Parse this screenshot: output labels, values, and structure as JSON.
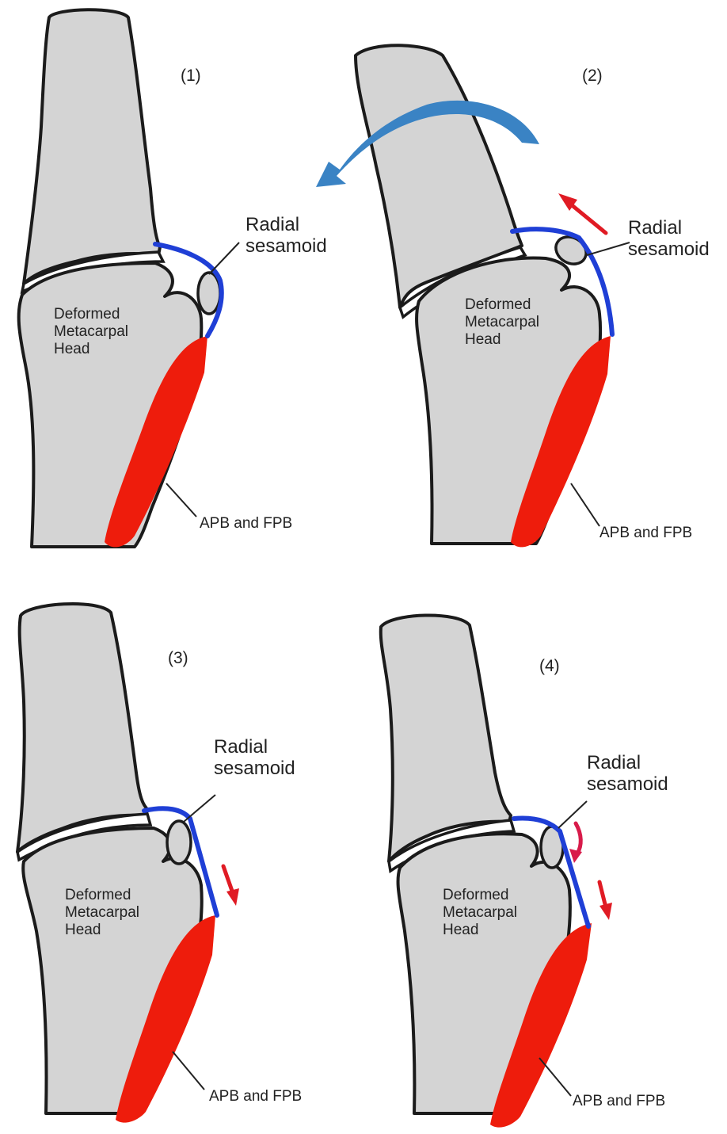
{
  "colors": {
    "bone_fill": "#d4d4d4",
    "outline": "#1b1b1b",
    "ligament": "#1f3fd6",
    "muscle": "#ee1c0c",
    "red_arrow": "#e01b24",
    "rotation_arrow": "#3a83c4"
  },
  "panels": [
    {
      "number": "(1)",
      "sesamoid_label": [
        "Radial",
        "sesamoid"
      ],
      "head_label": [
        "Deformed",
        "Metacarpal",
        "Head"
      ],
      "muscle_label": "APB and FPB",
      "arrows": []
    },
    {
      "number": "(2)",
      "sesamoid_label": [
        "Radial",
        "sesamoid"
      ],
      "head_label": [
        "Deformed",
        "Metacarpal",
        "Head"
      ],
      "muscle_label": "APB and FPB",
      "arrows": [
        "rotation-arrow",
        "proximal-pull-arrow"
      ]
    },
    {
      "number": "(3)",
      "sesamoid_label": [
        "Radial",
        "sesamoid"
      ],
      "head_label": [
        "Deformed",
        "Metacarpal",
        "Head"
      ],
      "muscle_label": "APB and FPB",
      "arrows": [
        "distal-slide-arrow"
      ]
    },
    {
      "number": "(4)",
      "sesamoid_label": [
        "Radial",
        "sesamoid"
      ],
      "head_label": [
        "Deformed",
        "Metacarpal",
        "Head"
      ],
      "muscle_label": "APB and FPB",
      "arrows": [
        "sesamoid-shift-arrow",
        "distal-slide-arrow"
      ]
    }
  ]
}
